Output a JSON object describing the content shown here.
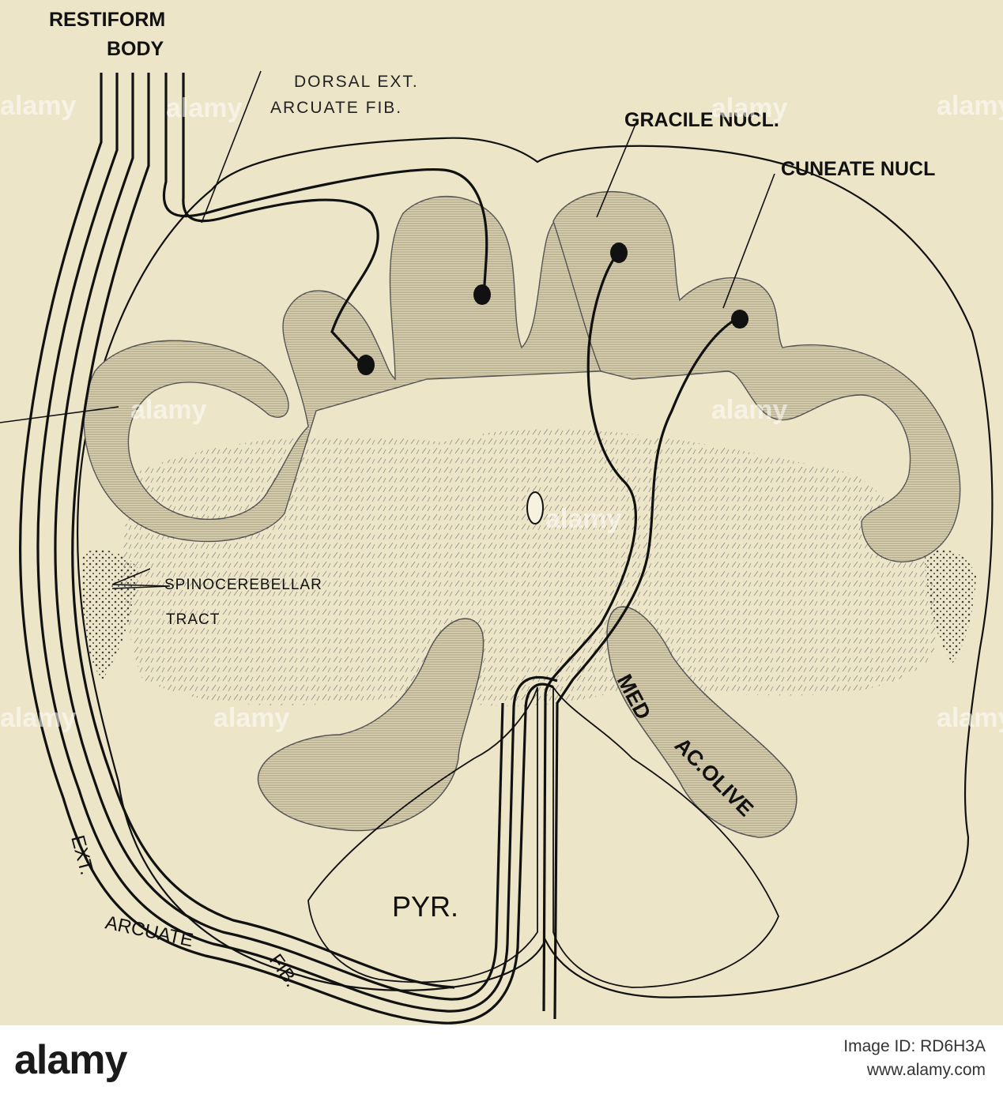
{
  "figure": {
    "labels": {
      "restiform_line1": "RESTIFORM",
      "restiform_line2": "BODY",
      "dorsal_line1": "DORSAL EXT.",
      "dorsal_line2": "ARCUATE FIB.",
      "gracile": "GRACILE NUCL.",
      "cuneate": "CUNEATE NUCL",
      "spino_line1": "SPINOCEREBELLAR",
      "spino_line2": "TRACT",
      "olive_line1": "MED",
      "olive_line2": "AC.OLIVE",
      "pyr": "PYR.",
      "ext": "EXT.",
      "arcuate": "ARCUATE",
      "fib": "FIB."
    },
    "watermark": "alamy",
    "colors": {
      "paper": "#ece5c8",
      "ink": "#111111",
      "stipple": "#dcd3b4"
    }
  },
  "footer": {
    "logo": "alamy",
    "image_id_line1": "Image ID: RD6H3A",
    "image_id_line2": "www.alamy.com"
  }
}
